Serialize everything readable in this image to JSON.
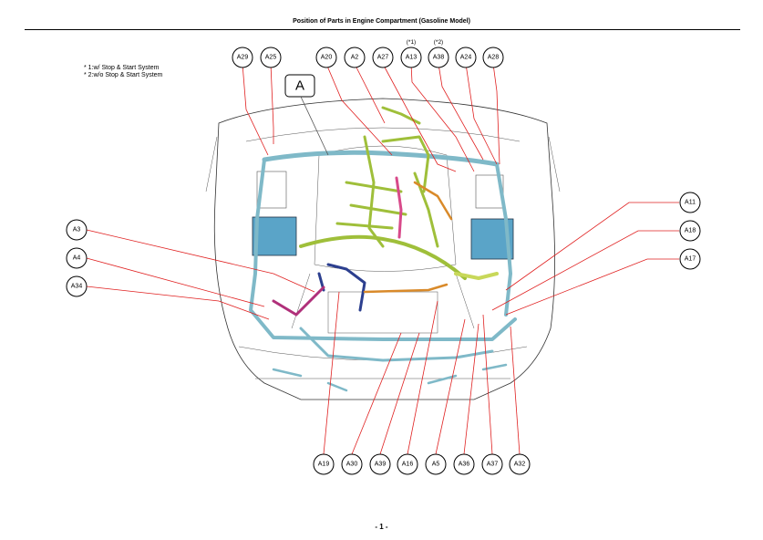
{
  "page": {
    "title": "Position of Parts in Engine Compartment (Gasoline Model)",
    "page_number": "- 1 -"
  },
  "notes": [
    "* 1:w/ Stop & Start System",
    "* 2:w/o Stop & Start System"
  ],
  "callout": {
    "label": "A"
  },
  "connectors_top": [
    {
      "id": "A29",
      "note": ""
    },
    {
      "id": "A25",
      "note": ""
    },
    {
      "id": "A20",
      "note": ""
    },
    {
      "id": "A2",
      "note": ""
    },
    {
      "id": "A27",
      "note": ""
    },
    {
      "id": "A13",
      "note": "(*1)"
    },
    {
      "id": "A38",
      "note": "(*2)"
    },
    {
      "id": "A24",
      "note": ""
    },
    {
      "id": "A28",
      "note": ""
    }
  ],
  "connectors_left": [
    "A3",
    "A4",
    "A34"
  ],
  "connectors_right": [
    "A11",
    "A18",
    "A17"
  ],
  "connectors_bottom": [
    "A19",
    "A30",
    "A39",
    "A16",
    "A5",
    "A36",
    "A37",
    "A32"
  ],
  "colors": {
    "leader": "#e02020",
    "harness_blue": "#7fb9c8",
    "harness_green": "#9fbf3a",
    "harness_navy": "#2c3f8f",
    "harness_magenta": "#b0307a",
    "harness_orange": "#d98a2a",
    "battery_blue": "#5aa4c8"
  }
}
